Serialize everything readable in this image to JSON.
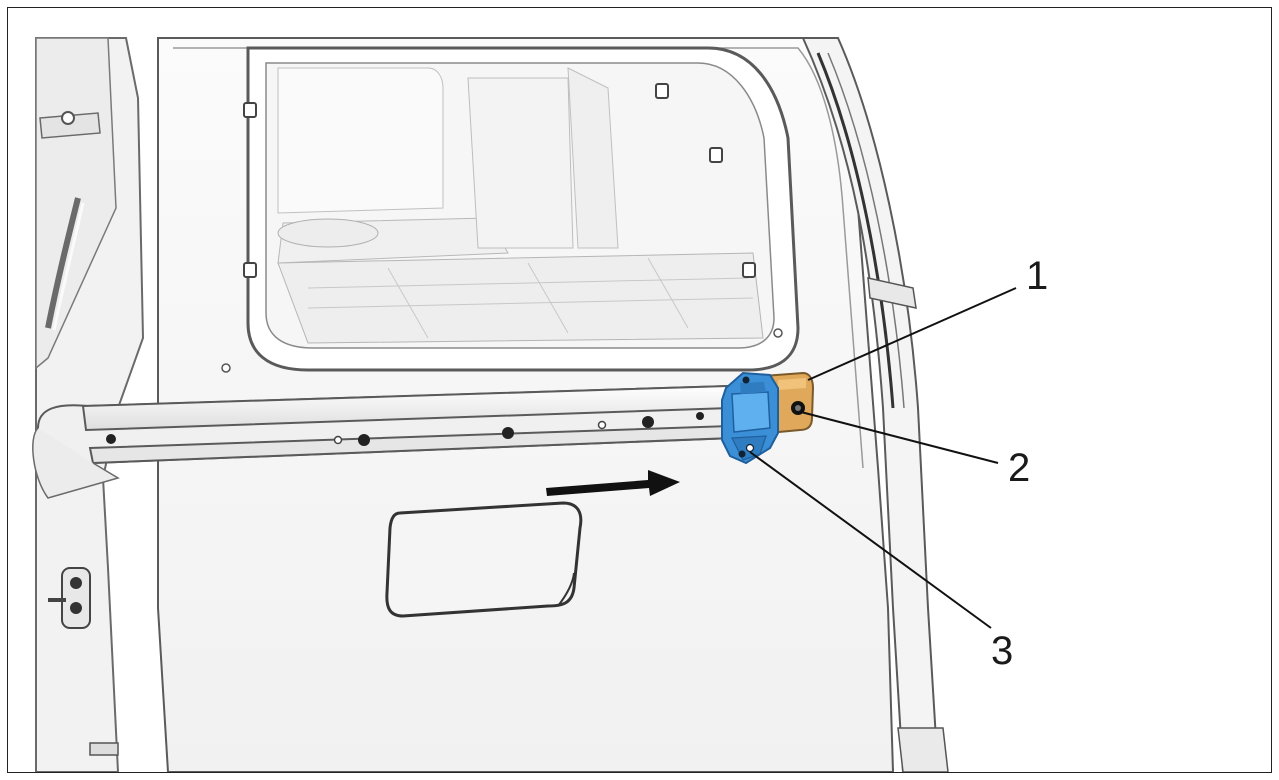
{
  "figure": {
    "callouts": [
      {
        "label": "1",
        "part": "bracket"
      },
      {
        "label": "2",
        "part": "bolt"
      },
      {
        "label": "3",
        "part": "hinge"
      }
    ],
    "arrow": {
      "direction": "right"
    },
    "colors": {
      "outline": "#5a5a5a",
      "panel": "#f7f7f7",
      "hinge_blue": "#3a8fd6",
      "hinge_blue_dark": "#1f5f9e",
      "bracket_orange": "#e0a85a",
      "arrow": "#111111",
      "leader": "#111111"
    }
  }
}
